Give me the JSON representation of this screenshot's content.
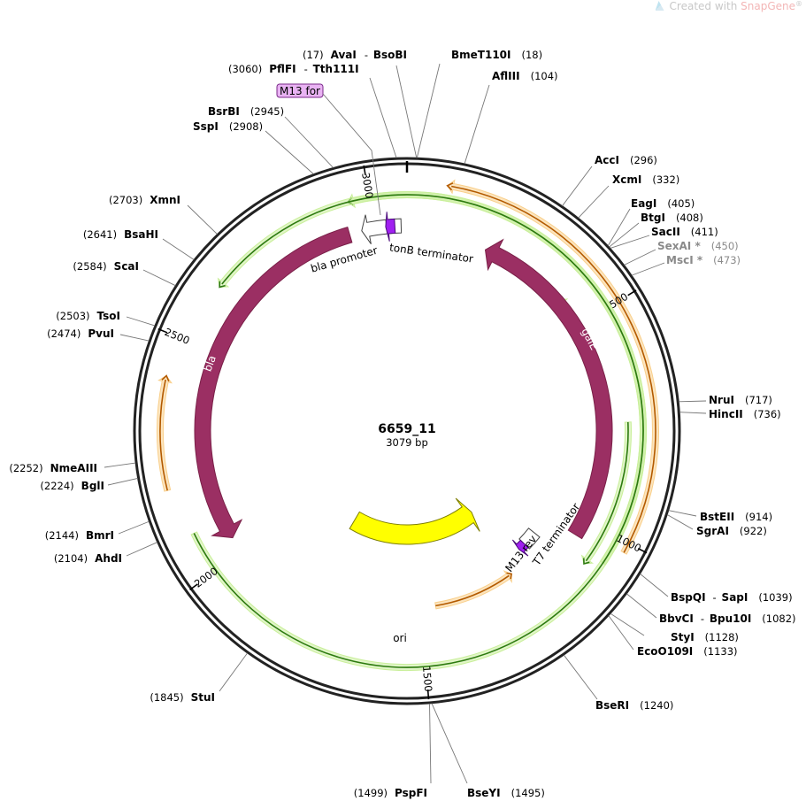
{
  "watermark": {
    "prefix": "Created with ",
    "brand": "SnapGene",
    "mark": "®"
  },
  "plasmid": {
    "name": "6659_11",
    "size_label": "3079 bp",
    "length": 3079
  },
  "ticks": [
    {
      "pos": 500,
      "label": "500"
    },
    {
      "pos": 1000,
      "label": "1000"
    },
    {
      "pos": 1500,
      "label": "1500"
    },
    {
      "pos": 2000,
      "label": "2000"
    },
    {
      "pos": 2500,
      "label": "2500"
    },
    {
      "pos": 3000,
      "label": "3000"
    }
  ],
  "features": [
    {
      "id": "galE",
      "label": "galE",
      "type": "cds",
      "start": 200,
      "end": 1040,
      "dir": -1,
      "color": "#9b2f63"
    },
    {
      "id": "bla",
      "label": "bla",
      "type": "cds",
      "start": 2040,
      "end": 2940,
      "dir": -1,
      "color": "#9b2f63"
    },
    {
      "id": "ori",
      "label": "ori",
      "type": "rep_origin",
      "start": 1210,
      "end": 1800,
      "dir": -1,
      "color": "#ffff00"
    },
    {
      "id": "bla-promoter",
      "label": "bla promoter",
      "type": "promoter",
      "start": 2970,
      "end": 3030,
      "dir": -1,
      "color": "#ffffff"
    },
    {
      "id": "tonB-terminator",
      "label": "tonB terminator",
      "type": "terminator",
      "start": 3038,
      "end": 3065,
      "dir": 0,
      "color": "#ffffff"
    },
    {
      "id": "M13-for",
      "label": "M13 for",
      "type": "primer",
      "start": 3028,
      "end": 3050,
      "dir": -1,
      "color": "#a020f0"
    },
    {
      "id": "T7-terminator",
      "label": "T7 terminator",
      "type": "terminator",
      "start": 1100,
      "end": 1145,
      "dir": 0,
      "color": "#ffffff"
    },
    {
      "id": "M13-rev",
      "label": "M13 rev",
      "type": "primer",
      "start": 1145,
      "end": 1168,
      "dir": 1,
      "color": "#a020f0"
    }
  ],
  "orfs_green": [
    {
      "start": 2955,
      "end": 1060,
      "dir": -1
    },
    {
      "start": 2630,
      "end": 2090,
      "dir": -1
    },
    {
      "start": 420,
      "end": 1040,
      "dir": -1
    },
    {
      "start": 750,
      "end": 1085,
      "dir": 1
    }
  ],
  "orfs_orange": [
    {
      "start": 80,
      "end": 1020,
      "dir": -1
    },
    {
      "start": 2190,
      "end": 2420,
      "dir": 1
    },
    {
      "start": 1230,
      "end": 1460,
      "dir": -1
    }
  ],
  "enzymes": [
    {
      "name": "AvaI",
      "partner": "BsoBI",
      "pos": "(17)",
      "site": 17
    },
    {
      "name": "BmeT110I",
      "pos": "(18)",
      "site": 18
    },
    {
      "name": "PflFI",
      "partner": "Tth111I",
      "pos": "(3060)",
      "site": 3060
    },
    {
      "name": "AflIII",
      "pos": "(104)",
      "site": 104
    },
    {
      "name": "BsrBI",
      "pos": "(2945)",
      "site": 2945
    },
    {
      "name": "SspI",
      "pos": "(2908)",
      "site": 2908
    },
    {
      "name": "AccI",
      "pos": "(296)",
      "site": 296
    },
    {
      "name": "XcmI",
      "pos": "(332)",
      "site": 332
    },
    {
      "name": "EagI",
      "pos": "(405)",
      "site": 405
    },
    {
      "name": "BtgI",
      "pos": "(408)",
      "site": 408
    },
    {
      "name": "SacII",
      "pos": "(411)",
      "site": 411
    },
    {
      "name": "SexAI *",
      "pos": "(450)",
      "site": 450,
      "dim": true
    },
    {
      "name": "MscI *",
      "pos": "(473)",
      "site": 473,
      "dim": true
    },
    {
      "name": "XmnI",
      "pos": "(2703)",
      "site": 2703
    },
    {
      "name": "BsaHI",
      "pos": "(2641)",
      "site": 2641
    },
    {
      "name": "ScaI",
      "pos": "(2584)",
      "site": 2584
    },
    {
      "name": "TsoI",
      "pos": "(2503)",
      "site": 2503
    },
    {
      "name": "PvuI",
      "pos": "(2474)",
      "site": 2474
    },
    {
      "name": "NruI",
      "pos": "(717)",
      "site": 717
    },
    {
      "name": "HincII",
      "pos": "(736)",
      "site": 736
    },
    {
      "name": "NmeAIII",
      "pos": "(2252)",
      "site": 2252
    },
    {
      "name": "BglI",
      "pos": "(2224)",
      "site": 2224
    },
    {
      "name": "BstEII",
      "pos": "(914)",
      "site": 914
    },
    {
      "name": "SgrAI",
      "pos": "(922)",
      "site": 922
    },
    {
      "name": "BmrI",
      "pos": "(2144)",
      "site": 2144
    },
    {
      "name": "AhdI",
      "pos": "(2104)",
      "site": 2104
    },
    {
      "name": "BspQI",
      "partner": "SapI",
      "pos": "(1039)",
      "site": 1039
    },
    {
      "name": "BbvCI",
      "partner": "Bpu10I",
      "pos": "(1082)",
      "site": 1082
    },
    {
      "name": "StyI",
      "pos": "(1128)",
      "site": 1128
    },
    {
      "name": "EcoO109I",
      "pos": "(1133)",
      "site": 1133
    },
    {
      "name": "BseRI",
      "pos": "(1240)",
      "site": 1240
    },
    {
      "name": "StuI",
      "pos": "(1845)",
      "site": 1845
    },
    {
      "name": "PspFI",
      "pos": "(1499)",
      "site": 1499
    },
    {
      "name": "BseYI",
      "pos": "(1495)",
      "site": 1495
    }
  ]
}
